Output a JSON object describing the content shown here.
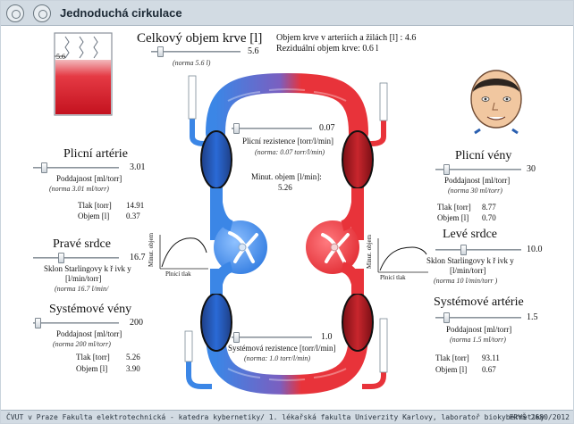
{
  "app": {
    "title": "Jednoduchá cirkulace",
    "footer_left": "ČVUT v Praze Fakulta elektrotechnická - katedra kybernetiky/ 1. lékařská fakulta Univerzity Karlovy, laboratoř biokybernetiky",
    "footer_right": "FRVŠ 2680/2012"
  },
  "beaker": {
    "level_label": "5.6",
    "fill_fraction": 0.45
  },
  "total_volume": {
    "label": "Celkový objem krve [l]",
    "value": "5.6",
    "norm": "(norma 5.6 l)",
    "slider_fraction": 0.08
  },
  "volume_info": {
    "arterial_venous": "Objem krve v arteriích a žilách [l] : 4.6",
    "residual": "Reziduální objem krve: 0.6 l"
  },
  "pulmonary_resistance": {
    "label": "Plicní rezistence [torr/l/min]",
    "norm": "(norma: 0.07 torr/l/min)",
    "value": "0.07",
    "slider_fraction": 0.02
  },
  "minute_volume": {
    "label": "Minut. objem [l/min]:",
    "value": "5.26"
  },
  "pulmonary_arteries": {
    "heading": "Plicní artérie",
    "value": "3.01",
    "compliance_label": "Poddajnost [ml/torr]",
    "norm": "(norma 3.01 ml/torr)",
    "pressure_label": "Tlak [torr]",
    "pressure_value": "14.91",
    "volume_label": "Objem [l]",
    "volume_value": "0.37",
    "slider_fraction": 0.1
  },
  "right_heart": {
    "heading": "Pravé srdce",
    "value": "16.7",
    "slope_label_1": "Sklon Starlingovy k ř ivk y",
    "slope_label_2": "[l/min/torr]",
    "norm": "(norma 16.7 l/min/",
    "slider_fraction": 0.32
  },
  "systemic_veins": {
    "heading": "Systémové vény",
    "value": "200",
    "compliance_label": "Poddajnost [ml/torr]",
    "norm": "(norma 200 ml/torr)",
    "pressure_label": "Tlak [torr]",
    "pressure_value": "5.26",
    "volume_label": "Objem [l]",
    "volume_value": "3.90",
    "slider_fraction": 0.02
  },
  "systemic_resistance": {
    "label": "Systémová rezistence [torr/l/min]",
    "norm": "(norma: 1.0 torr/l/min)",
    "value": "1.0",
    "slider_fraction": 0.02
  },
  "pulmonary_veins": {
    "heading": "Plicní vény",
    "value": "30",
    "compliance_label": "Poddajnost [ml/torr]",
    "norm": "(norma 30 ml/torr)",
    "pressure_label": "Tlak [torr]",
    "pressure_value": "8.77",
    "volume_label": "Objem [l]",
    "volume_value": "0.70",
    "slider_fraction": 0.1
  },
  "left_heart": {
    "heading": "Levé srdce",
    "value": "10.0",
    "slope_label_1": "Sklon Starlingovy k ř ivk y",
    "slope_label_2": "[l/min/torr]",
    "norm": "(norma 10 l/min/torr )",
    "slider_fraction": 0.32
  },
  "systemic_arteries": {
    "heading": "Systémové artérie",
    "value": "1.5",
    "compliance_label": "Poddajnost [ml/torr]",
    "norm": "(norma 1.5 ml/torr)",
    "pressure_label": "Tlak [torr]",
    "pressure_value": "93.11",
    "volume_label": "Objem [l]",
    "volume_value": "0.67",
    "slider_fraction": 0.1
  },
  "starling_plot": {
    "y_label": "Minut. objem",
    "x_label": "Plnicí tlak"
  },
  "colors": {
    "venous_blue": "#3b86e6",
    "arterial_red": "#e8333a",
    "blood_red": "#d61f2b",
    "header_bg": "#d2dbe3"
  },
  "icons": [
    "university-logo",
    "faculty-logo",
    "patient-face",
    "blood-beaker"
  ]
}
